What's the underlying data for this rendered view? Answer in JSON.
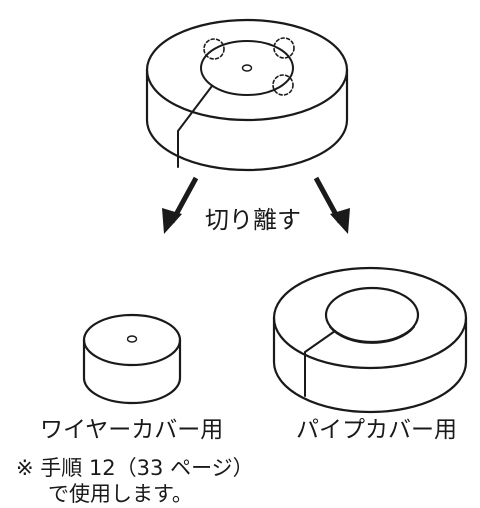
{
  "labels": {
    "cut": "切り離す",
    "wire_cover": "ワイヤーカバー用",
    "pipe_cover": "パイプカバー用",
    "note_line1": "※ 手順 12（33 ページ）",
    "note_line2": "で使用します。"
  },
  "colors": {
    "line": "#1a1a1a",
    "background": "#ffffff"
  },
  "icons": [
    "arrow-down-left-icon",
    "arrow-down-right-icon"
  ]
}
